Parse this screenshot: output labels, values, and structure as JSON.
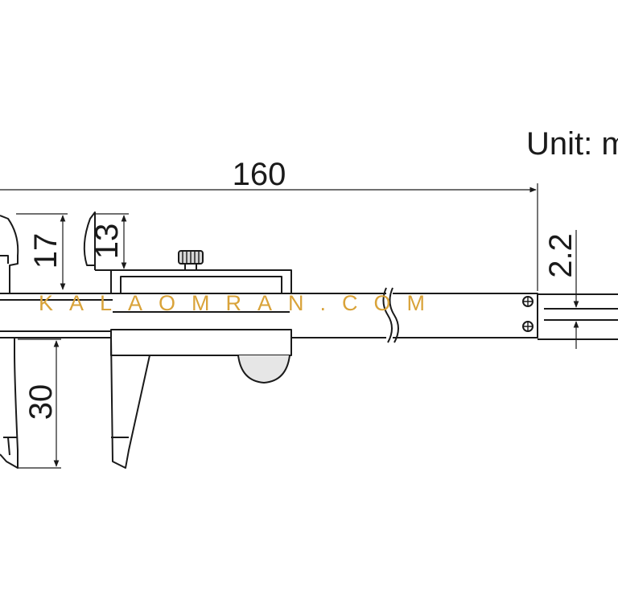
{
  "unit_label": "Unit: m",
  "dimensions": {
    "overall_length": "160",
    "outside_jaw_depth": "30",
    "inside_jaw_depth_left": "17",
    "inside_jaw_depth_right": "13",
    "depth_rod_thickness": "2.2"
  },
  "watermark": "KALAOMRAN.COM",
  "colors": {
    "line": "#1a1a1a",
    "fill": "#ffffff",
    "knob_gray": "#d7d7d7",
    "watermark": "#d9a33a"
  }
}
